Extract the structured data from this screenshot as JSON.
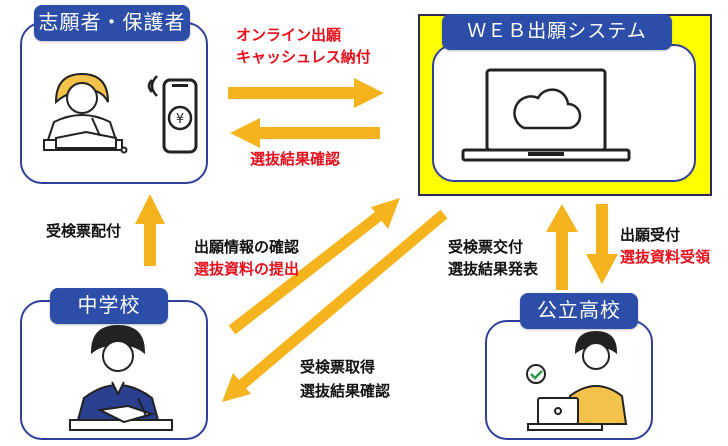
{
  "nodes": {
    "applicant": {
      "label": "志願者・保護者"
    },
    "web": {
      "label": "ＷＥＢ出願システム"
    },
    "middle_school": {
      "label": "中学校"
    },
    "high_school": {
      "label": "公立高校"
    }
  },
  "flows": {
    "online_apply": "オンライン出願",
    "cashless_pay": "キャッシュレス納付",
    "selection_result_check_top": "選抜結果確認",
    "ticket_distribution": "受検票配付",
    "application_info_check": "出願情報の確認",
    "selection_docs_submit": "選抜資料の提出",
    "ticket_issue": "受検票交付",
    "selection_result_announce": "選抜結果発表",
    "application_accept": "出願受付",
    "selection_docs_receive": "選抜資料受領",
    "ticket_obtain": "受検票取得",
    "selection_result_check_bottom": "選抜結果確認"
  },
  "colors": {
    "arrow": "#f5b41e",
    "tab_blue": "#2d4ea8",
    "box_border": "#2f3f9a",
    "web_fill": "#ffff00",
    "highlight_red": "#e8101c"
  }
}
